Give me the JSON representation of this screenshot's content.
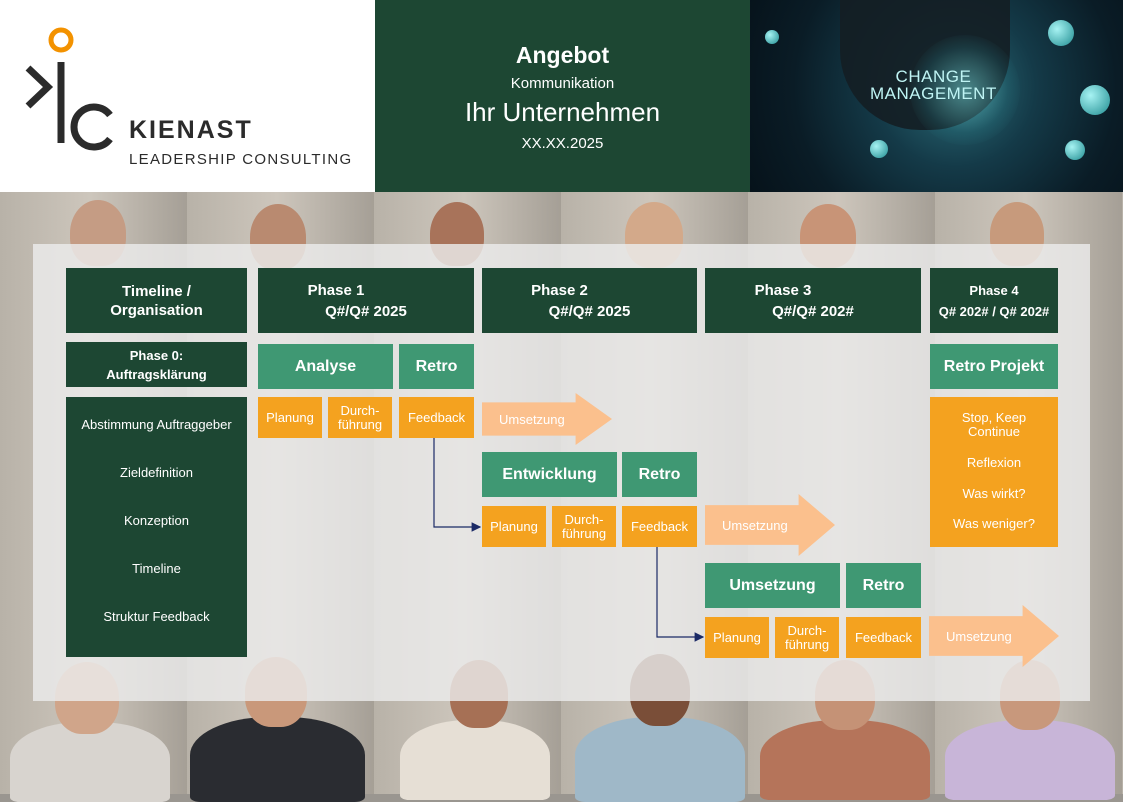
{
  "header": {
    "logo_brand": "KIENAST",
    "logo_tagline": "LEADERSHIP CONSULTING",
    "title": "Angebot",
    "subtitle": "Kommunikation",
    "company": "Ihr Unternehmen",
    "date": "XX.XX.2025",
    "hero_text_line1": "CHANGE",
    "hero_text_line2": "MANAGEMENT"
  },
  "colors": {
    "dark_green": "#1d4733",
    "mid_green": "#3f9873",
    "orange": "#f4a21f",
    "light_orange": "#fbc08d",
    "brand_orange": "#f39200"
  },
  "columns": {
    "timeline": "Timeline / Organisation",
    "phase1": {
      "name": "Phase 1",
      "period": "Q#/Q# 2025"
    },
    "phase2": {
      "name": "Phase 2",
      "period": "Q#/Q# 2025"
    },
    "phase3": {
      "name": "Phase 3",
      "period": "Q#/Q# 202#"
    },
    "phase4": {
      "name": "Phase 4",
      "period": "Q# 202# / Q# 202#"
    }
  },
  "phase0": {
    "title": "Phase 0: Auftragsklärung",
    "items": [
      "Abstimmung Auftraggeber",
      "Zieldefinition",
      "Konzeption",
      "Timeline",
      "Struktur Feedback"
    ]
  },
  "row1": {
    "main": "Analyse",
    "retro": "Retro",
    "planung": "Planung",
    "durchfuehrung": "Durch-führung",
    "feedback": "Feedback",
    "umsetzung": "Umsetzung"
  },
  "row2": {
    "main": "Entwicklung",
    "retro": "Retro",
    "planung": "Planung",
    "durchfuehrung": "Durch-führung",
    "feedback": "Feedback",
    "umsetzung": "Umsetzung"
  },
  "row3": {
    "main": "Umsetzung",
    "retro": "Retro",
    "planung": "Planung",
    "durchfuehrung": "Durch-führung",
    "feedback": "Feedback",
    "umsetzung": "Umsetzung"
  },
  "retro_projekt": {
    "title": "Retro Projekt",
    "items": [
      "Stop, Keep Continue",
      "Reflexion",
      "Was wirkt?",
      "Was weniger?"
    ]
  }
}
